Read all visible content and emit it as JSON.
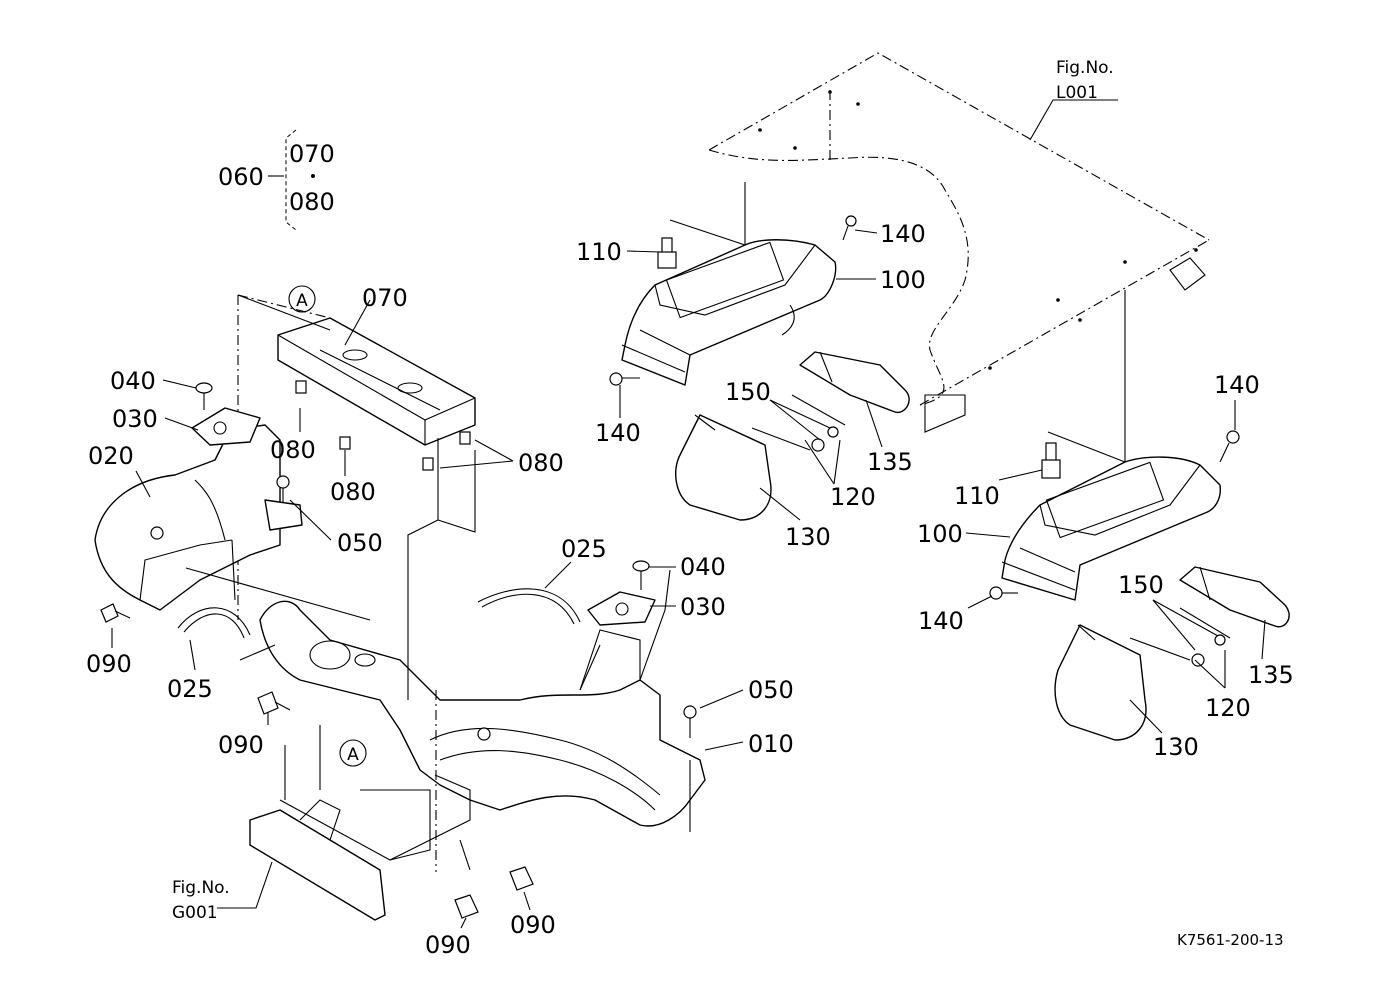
{
  "labels": {
    "p060": "060",
    "p070_group": "070",
    "p080_group": "080",
    "p070": "070",
    "pA_top": "A",
    "pA_bottom": "A",
    "p040_left": "040",
    "p030_left": "030",
    "p020": "020",
    "p080_a": "080",
    "p080_b": "080",
    "p080_c": "080",
    "p050_left": "050",
    "p090_a": "090",
    "p025_left": "025",
    "p090_b": "090",
    "p025_right": "025",
    "p040_right": "040",
    "p030_right": "030",
    "p050_right": "050",
    "p010": "010",
    "p090_c": "090",
    "p090_d": "090",
    "p110_left": "110",
    "p140_a": "140",
    "p100_left": "100",
    "p140_b": "140",
    "p150_left": "150",
    "p135_left": "135",
    "p120_left": "120",
    "p130_left": "130",
    "p140_c": "140",
    "p110_right": "110",
    "p100_right": "100",
    "p140_d": "140",
    "p150_right": "150",
    "p135_right": "135",
    "p120_right": "120",
    "p130_right": "130"
  },
  "references": {
    "fig_label_top": "Fig.No.",
    "fig_code_top": "L001",
    "fig_label_bottom": "Fig.No.",
    "fig_code_bottom": "G001"
  },
  "drawing_code": "K7561-200-13"
}
